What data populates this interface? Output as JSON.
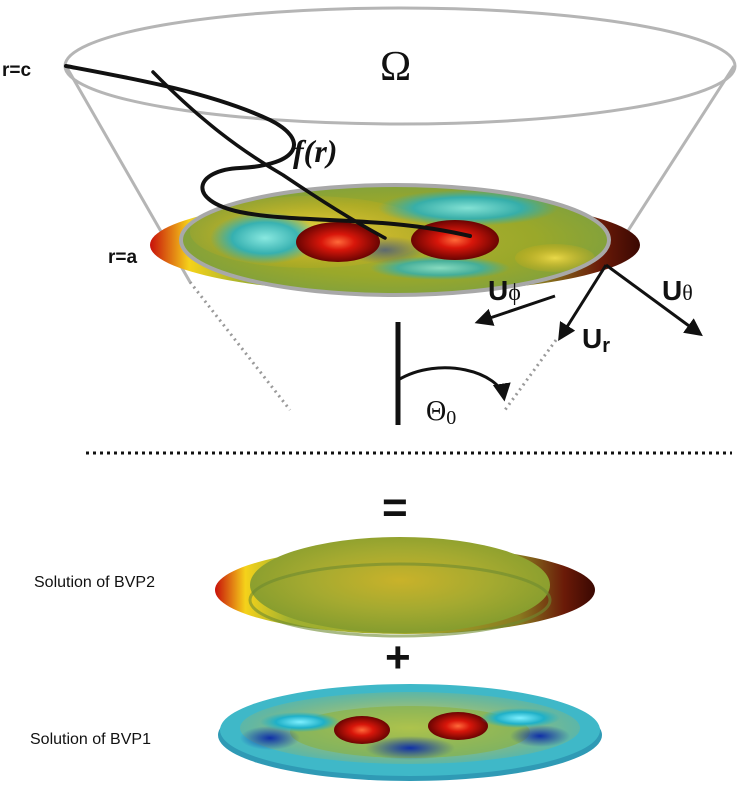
{
  "diagram": {
    "labels": {
      "domain": "Ω",
      "outer_radius": "r=c",
      "inner_radius": "r=a",
      "function": "f(r)",
      "u_phi_main": "U",
      "u_phi_sub": "ϕ",
      "u_theta_main": "U",
      "u_theta_sub": "θ",
      "u_r_main": "U",
      "u_r_sub": "r",
      "theta_main": "Θ",
      "theta_sub": "0",
      "equals": "=",
      "plus": "+",
      "bvp2": "Solution of BVP2",
      "bvp1": "Solution of BVP1"
    },
    "colors": {
      "cone_line": "#b5b5b5",
      "arrow": "#111111",
      "surface_green": "#9aa82a",
      "surface_red": "#cc1a0a",
      "surface_yellow": "#f2d21a",
      "surface_cyan": "#27c2d4",
      "surface_blue": "#1a3fb0",
      "surface_dark": "#5a0a05"
    }
  }
}
